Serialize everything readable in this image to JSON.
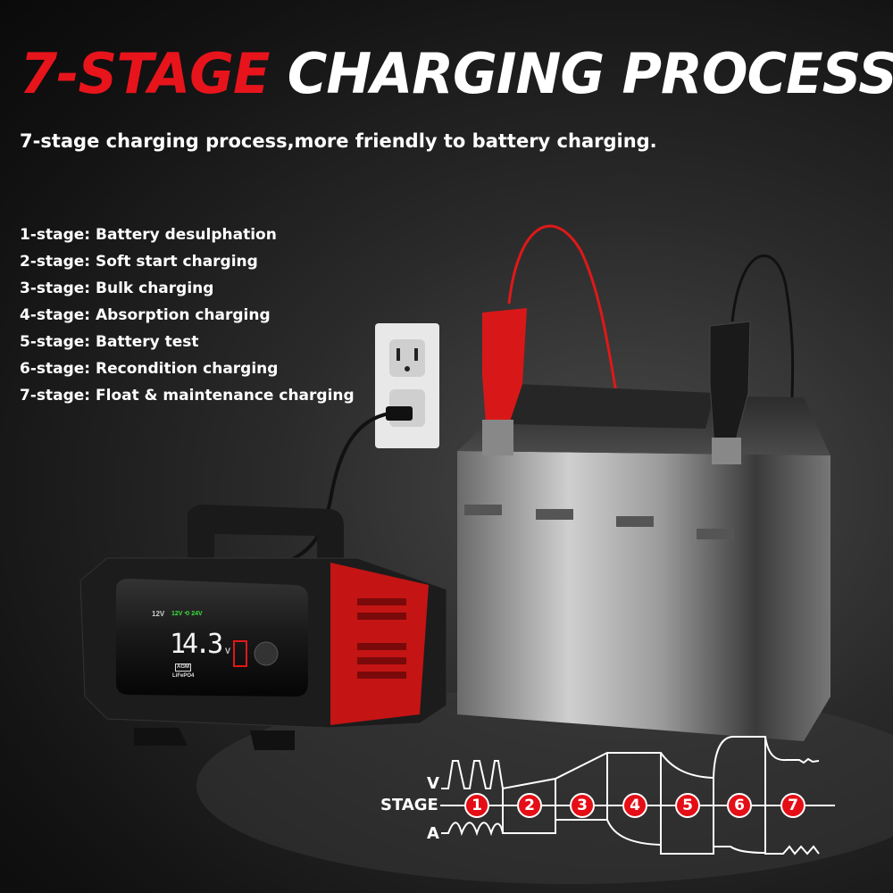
{
  "header": {
    "title_highlight": "7-STAGE",
    "title_rest": "CHARGING PROCESS",
    "subtitle": "7-stage charging process,more friendly to battery charging."
  },
  "stages": [
    {
      "label": "1-stage: Battery desulphation"
    },
    {
      "label": "2-stage: Soft start charging"
    },
    {
      "label": "3-stage: Bulk charging"
    },
    {
      "label": "4-stage: Absorption charging"
    },
    {
      "label": "5-stage: Battery test"
    },
    {
      "label": "6-stage: Recondition charging"
    },
    {
      "label": "7-stage: Float & maintenance charging"
    }
  ],
  "diagram": {
    "v_label": "V",
    "stage_label": "STAGE",
    "a_label": "A",
    "stage_numbers": [
      "1",
      "2",
      "3",
      "4",
      "5",
      "6",
      "7"
    ]
  },
  "charger_display": {
    "mode_12v": "12V",
    "mode_switch": "12V ⟲ 24V",
    "reading": "14.3",
    "unit": "V",
    "battery_type": "AGM",
    "battery_type_2": "LiFePO4"
  },
  "colors": {
    "accent_red": "#e8141c",
    "display_green": "#3ddc3d"
  }
}
